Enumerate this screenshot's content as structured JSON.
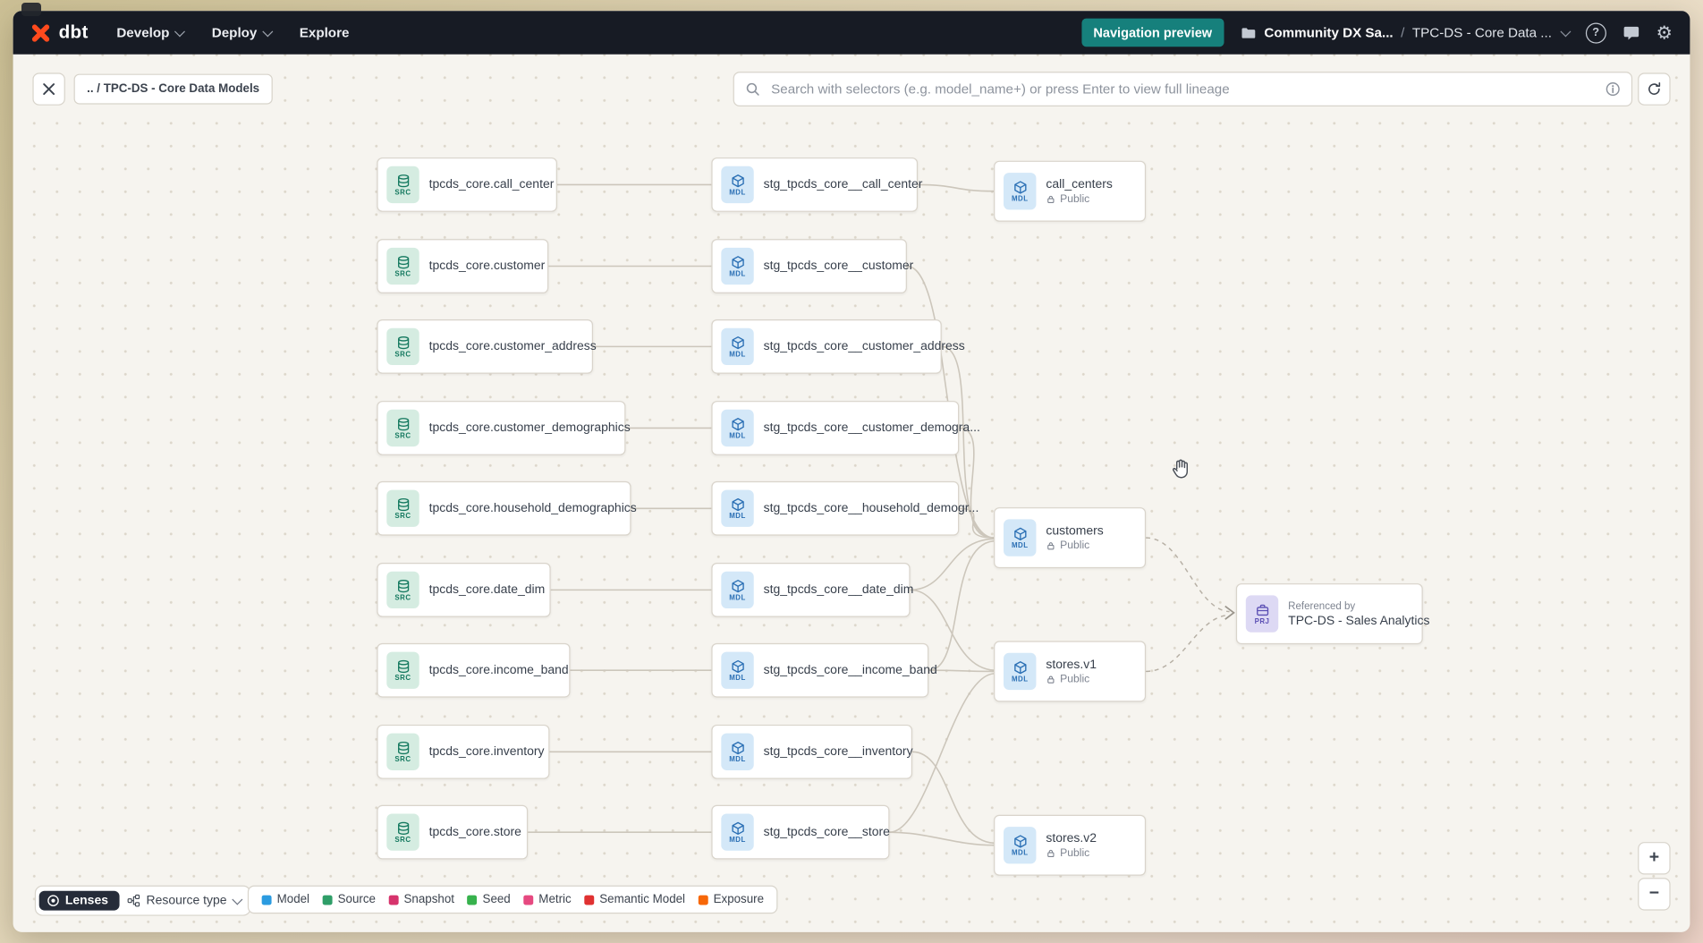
{
  "topnav": {
    "brand": "dbt",
    "items": [
      {
        "label": "Develop"
      },
      {
        "label": "Deploy"
      },
      {
        "label": "Explore"
      }
    ],
    "preview_button": "Navigation preview",
    "breadcrumb": {
      "project": "Community DX Sa...",
      "separator": "/",
      "page": "TPC-DS - Core Data ..."
    }
  },
  "icons": {
    "help": "?",
    "gear": "⚙"
  },
  "toolbar": {
    "back_chip": ".. / TPC-DS - Core Data Models",
    "search_placeholder": "Search with selectors (e.g. model_name+) or press Enter to view full lineage"
  },
  "badges": {
    "src": "SRC",
    "mdl": "MDL",
    "prj": "PRJ"
  },
  "graph": {
    "sources": [
      "tpcds_core.call_center",
      "tpcds_core.customer",
      "tpcds_core.customer_address",
      "tpcds_core.customer_demographics",
      "tpcds_core.household_demographics",
      "tpcds_core.date_dim",
      "tpcds_core.income_band",
      "tpcds_core.inventory",
      "tpcds_core.store"
    ],
    "staging": [
      "stg_tpcds_core__call_center",
      "stg_tpcds_core__customer",
      "stg_tpcds_core__customer_address",
      "stg_tpcds_core__customer_demogra...",
      "stg_tpcds_core__household_demogr...",
      "stg_tpcds_core__date_dim",
      "stg_tpcds_core__income_band",
      "stg_tpcds_core__inventory",
      "stg_tpcds_core__store"
    ],
    "marts": [
      {
        "name": "call_centers",
        "access": "Public"
      },
      {
        "name": "customers",
        "access": "Public"
      },
      {
        "name": "stores.v1",
        "access": "Public"
      },
      {
        "name": "stores.v2",
        "access": "Public"
      }
    ],
    "project": {
      "label": "Referenced by",
      "name": "TPC-DS - Sales Analytics"
    }
  },
  "footer": {
    "lenses_label": "Lenses",
    "resource_type_label": "Resource type",
    "legend": [
      {
        "label": "Model",
        "color": "#2b9be0"
      },
      {
        "label": "Source",
        "color": "#2f9e68"
      },
      {
        "label": "Snapshot",
        "color": "#d6336c"
      },
      {
        "label": "Seed",
        "color": "#37b24d"
      },
      {
        "label": "Metric",
        "color": "#e64980"
      },
      {
        "label": "Semantic Model",
        "color": "#e03131"
      },
      {
        "label": "Exposure",
        "color": "#f76707"
      }
    ]
  },
  "zoom": {
    "zoom_in": "+",
    "zoom_out": "−"
  }
}
